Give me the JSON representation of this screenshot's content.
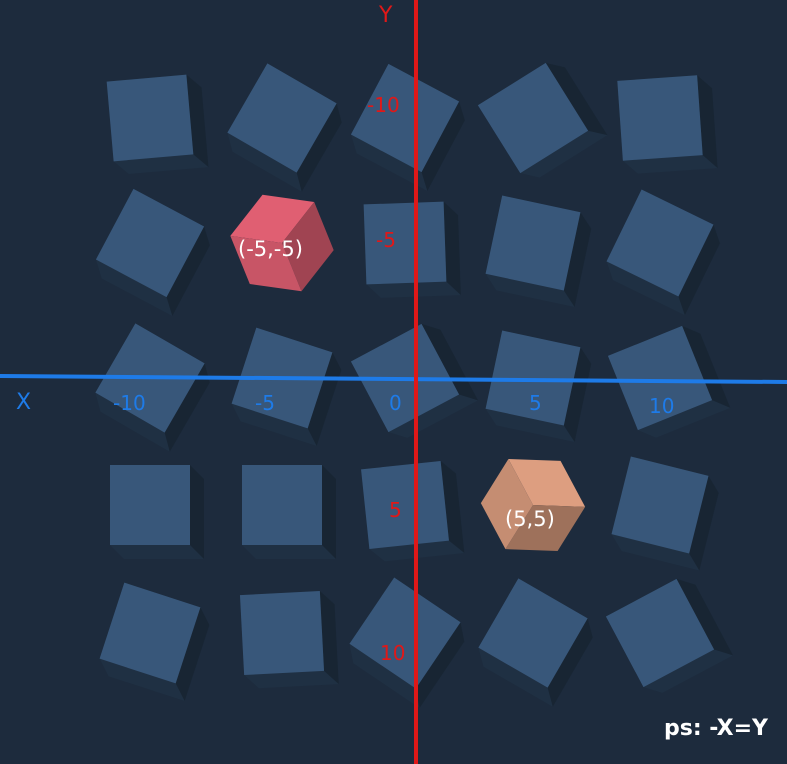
{
  "axes": {
    "x": {
      "name": "X",
      "ticks": [
        {
          "value": -10,
          "label": "-10"
        },
        {
          "value": -5,
          "label": "-5"
        },
        {
          "value": 0,
          "label": "0"
        },
        {
          "value": 5,
          "label": "5"
        },
        {
          "value": 10,
          "label": "10"
        }
      ]
    },
    "y": {
      "name": "Y",
      "ticks": [
        {
          "value": -10,
          "label": "-10"
        },
        {
          "value": -5,
          "label": "-5"
        },
        {
          "value": 5,
          "label": "5"
        },
        {
          "value": 10,
          "label": "10"
        }
      ]
    }
  },
  "highlighted": [
    {
      "label": "(-5,-5)",
      "color": "#c85566"
    },
    {
      "label": "(5,5)",
      "color": "#c58d72"
    }
  ],
  "note": "ps: -X=Y",
  "colors": {
    "background": "#1d2b3d",
    "x_axis": "#1e7be8",
    "y_axis": "#e01818",
    "cube": "#38577a",
    "x_tick_label": "#1e7be8",
    "y_tick_label": "#e01818",
    "annotation": "#ffffff"
  }
}
